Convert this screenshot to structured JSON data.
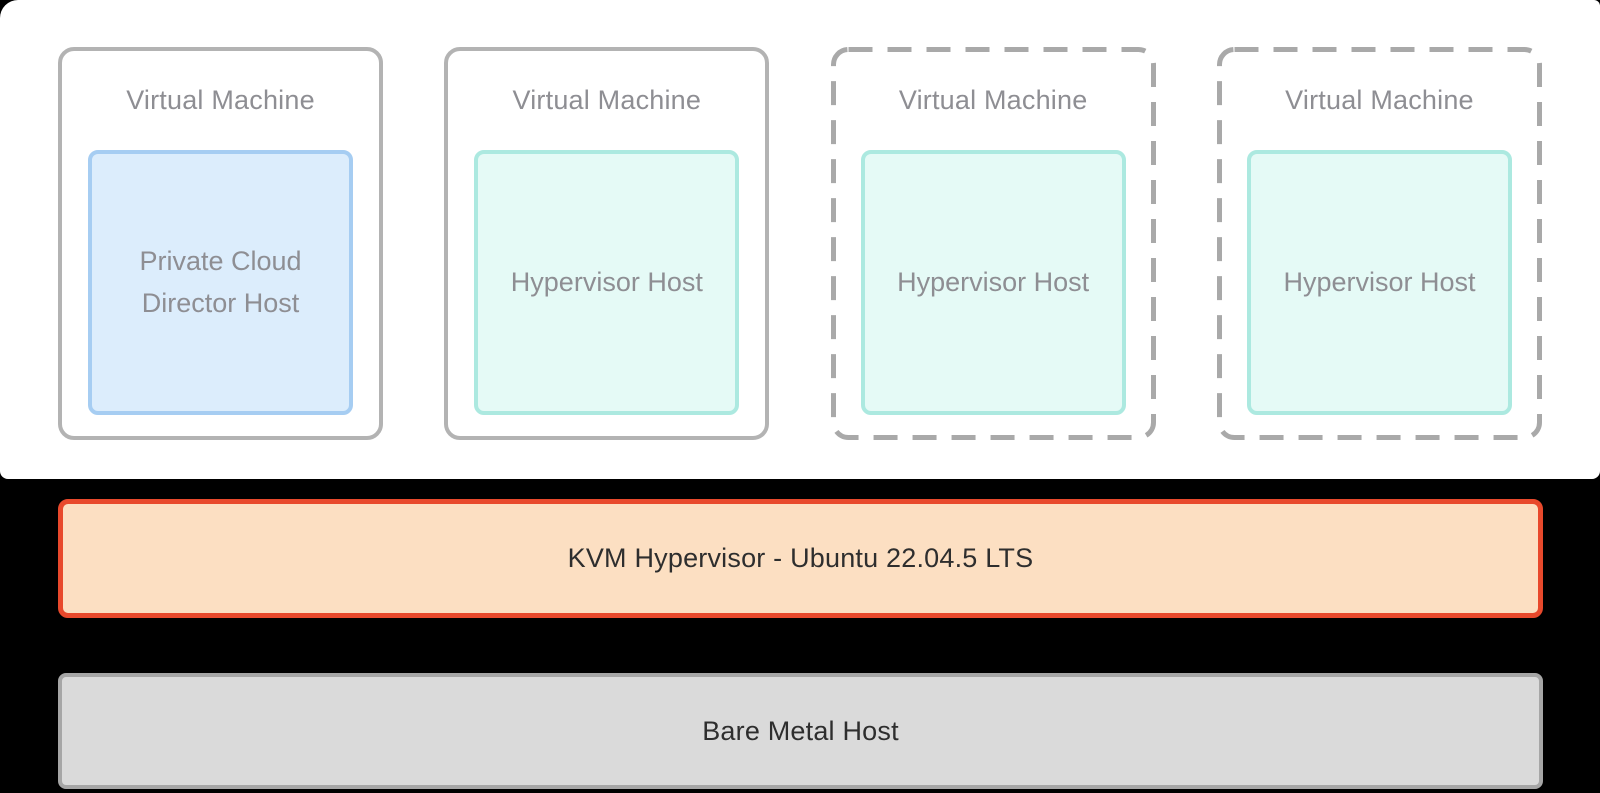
{
  "diagram": {
    "virtual_machines": [
      {
        "label": "Virtual Machine",
        "host_label": "Private Cloud Director Host",
        "border_style": "solid",
        "host_color": "blue"
      },
      {
        "label": "Virtual Machine",
        "host_label": "Hypervisor Host",
        "border_style": "solid",
        "host_color": "teal"
      },
      {
        "label": "Virtual Machine",
        "host_label": "Hypervisor Host",
        "border_style": "dashed",
        "host_color": "teal"
      },
      {
        "label": "Virtual Machine",
        "host_label": "Hypervisor Host",
        "border_style": "dashed",
        "host_color": "teal"
      }
    ],
    "hypervisor_layer": {
      "label": "KVM Hypervisor - Ubuntu 22.04.5 LTS"
    },
    "bare_metal_layer": {
      "label": "Bare Metal Host"
    },
    "colors": {
      "background": "#000000",
      "sheet": "#ffffff",
      "vm_border_solid": "#b3b3b3",
      "vm_border_dashed": "#a9a9a9",
      "vm_label_text": "#8e8e93",
      "pcd_host_fill": "#dcedfc",
      "pcd_host_border": "#a6cdf2",
      "hypervisor_host_fill": "#e5faf6",
      "hypervisor_host_border": "#ace9e0",
      "kvm_layer_fill": "#fcdfc2",
      "kvm_layer_border": "#e8492c",
      "bare_metal_fill": "#dadada",
      "bare_metal_border": "#a6a6a6",
      "layer_text": "#2e2e2e"
    }
  }
}
